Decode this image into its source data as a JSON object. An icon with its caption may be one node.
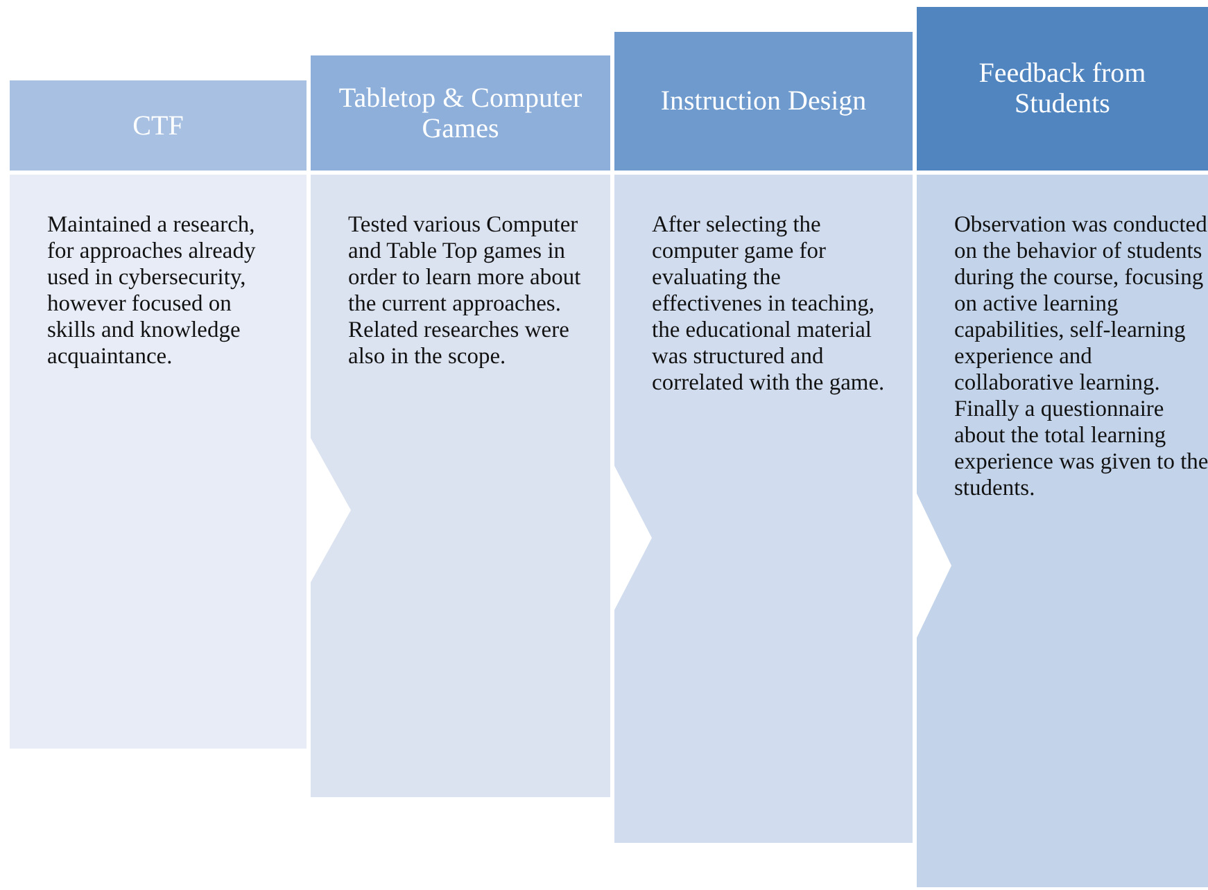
{
  "diagram": {
    "nodes": [
      {
        "text": [
          "CTF"
        ]
      },
      {
        "text": [
          "Maintained a research, for approaches already used in cybersecurity, however focused on skills and knowledge acquaintance."
        ]
      },
      {
        "text": [
          "Tabletop & Computer Games"
        ]
      },
      {
        "text": [
          "Tested various Computer and Table Top games in order to learn more about the current approaches. Related researches were also in the scope."
        ]
      },
      {
        "text": [
          "Instruction Design"
        ]
      },
      {
        "text": [
          "After selecting the computer game for evaluating the effectivenes in teaching, the educational material was structured and correlated with the game."
        ]
      },
      {
        "text": [
          "Feedback from Students"
        ]
      },
      {
        "text": [
          "Observation was conducted on the behavior of students during the course, focusing on active learning capabilities, self-learning experience and collaborative learning. Finally a questionnaire about the total learning experience was given to the students."
        ]
      }
    ]
  }
}
